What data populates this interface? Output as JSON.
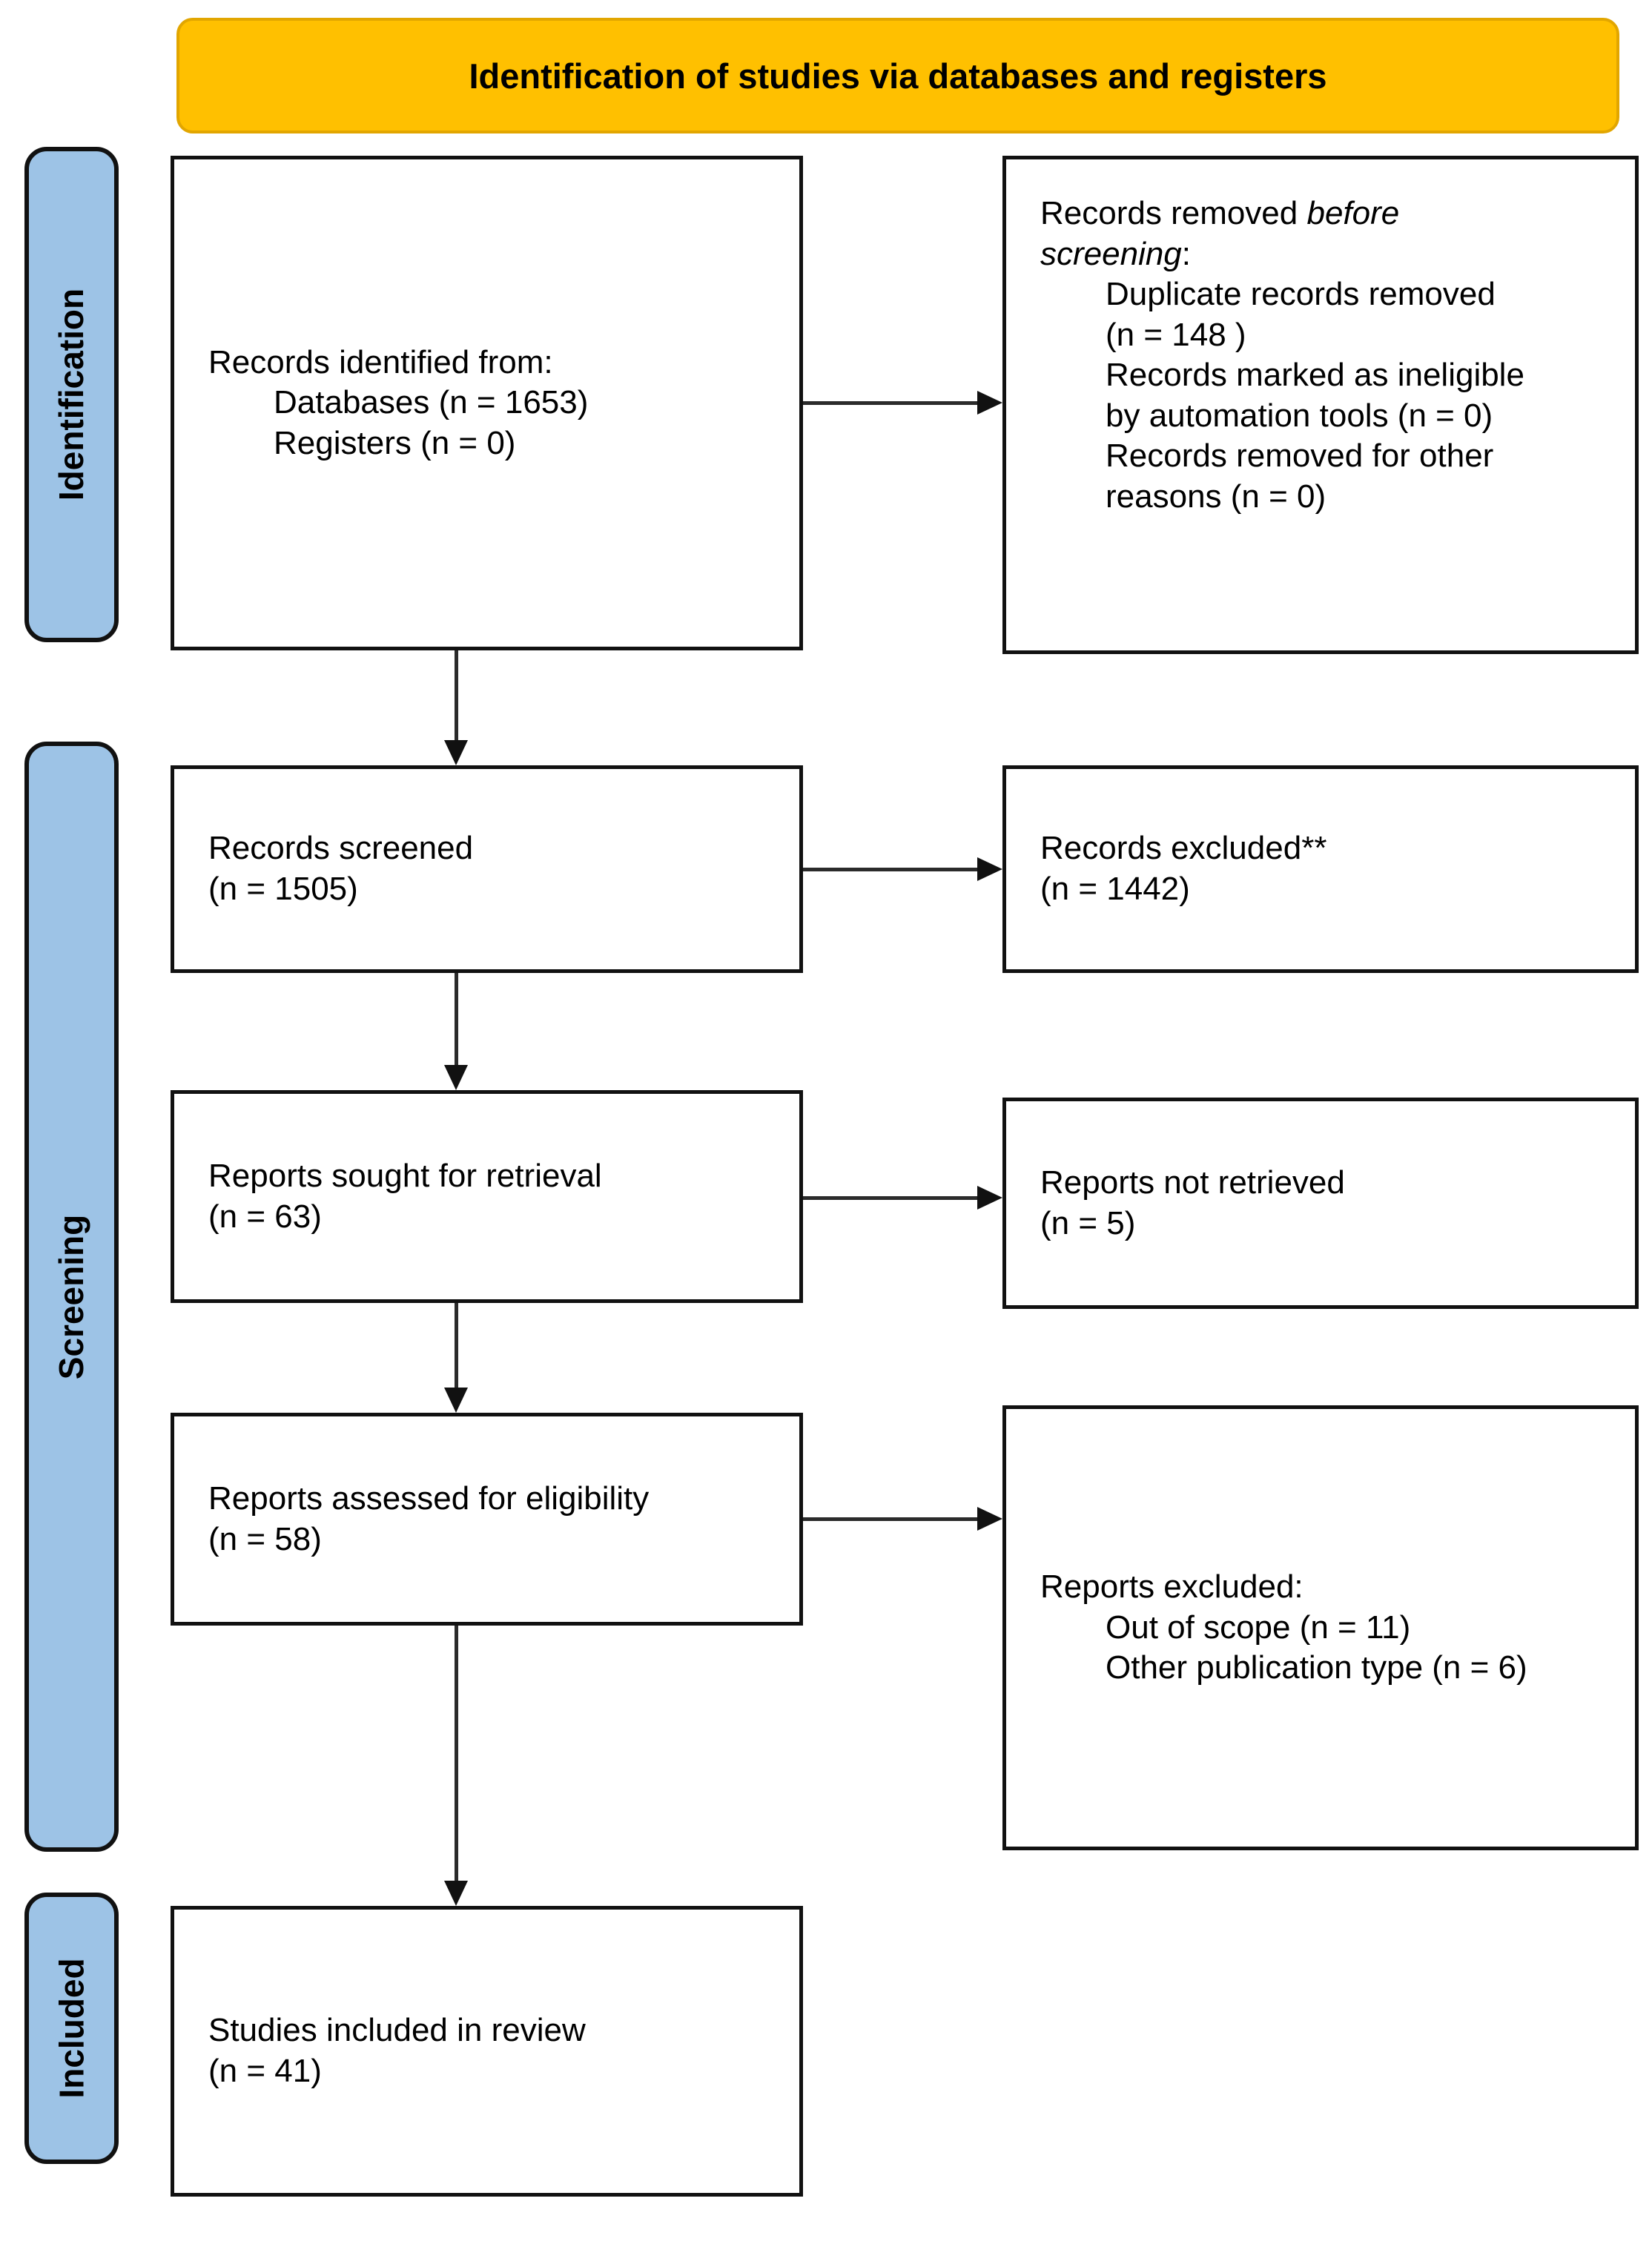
{
  "banner": {
    "title": "Identification of studies via databases and registers"
  },
  "sidebar": {
    "identification": "Identification",
    "screening": "Screening",
    "included": "Included"
  },
  "boxes": {
    "records_identified": {
      "title": "Records identified from:",
      "databases": "Databases (n = 1653)",
      "registers": "Registers (n = 0)"
    },
    "records_removed": {
      "title_normal": "Records removed ",
      "title_italic_1": "before",
      "title_italic_2": "screening",
      "title_suffix": ":",
      "item1_line1": "Duplicate records removed",
      "item1_line2": "(n = 148 )",
      "item2_line1": "Records marked as ineligible",
      "item2_line2": "by automation tools (n = 0)",
      "item3_line1": "Records removed for other",
      "item3_line2": "reasons (n = 0)"
    },
    "records_screened": {
      "line1": "Records screened",
      "line2": "(n = 1505)"
    },
    "records_excluded": {
      "line1": "Records excluded**",
      "line2": "(n = 1442)"
    },
    "reports_sought": {
      "line1": "Reports sought for retrieval",
      "line2": "(n = 63)"
    },
    "reports_not_retrieved": {
      "line1": "Reports not retrieved",
      "line2": "(n = 5)"
    },
    "reports_assessed": {
      "line1": "Reports assessed for eligibility",
      "line2": "(n = 58)"
    },
    "reports_excluded": {
      "title": "Reports excluded:",
      "item1": "Out of scope (n = 11)",
      "item2": "Other publication type (n = 6)"
    },
    "studies_included": {
      "line1": "Studies included in review",
      "line2": "(n = 41)"
    }
  },
  "colors": {
    "banner_bg": "#FFC000",
    "sidebar_bg": "#9DC3E6",
    "box_border": "#111111",
    "arrow": "#2B2B2B",
    "text": "#000000"
  }
}
